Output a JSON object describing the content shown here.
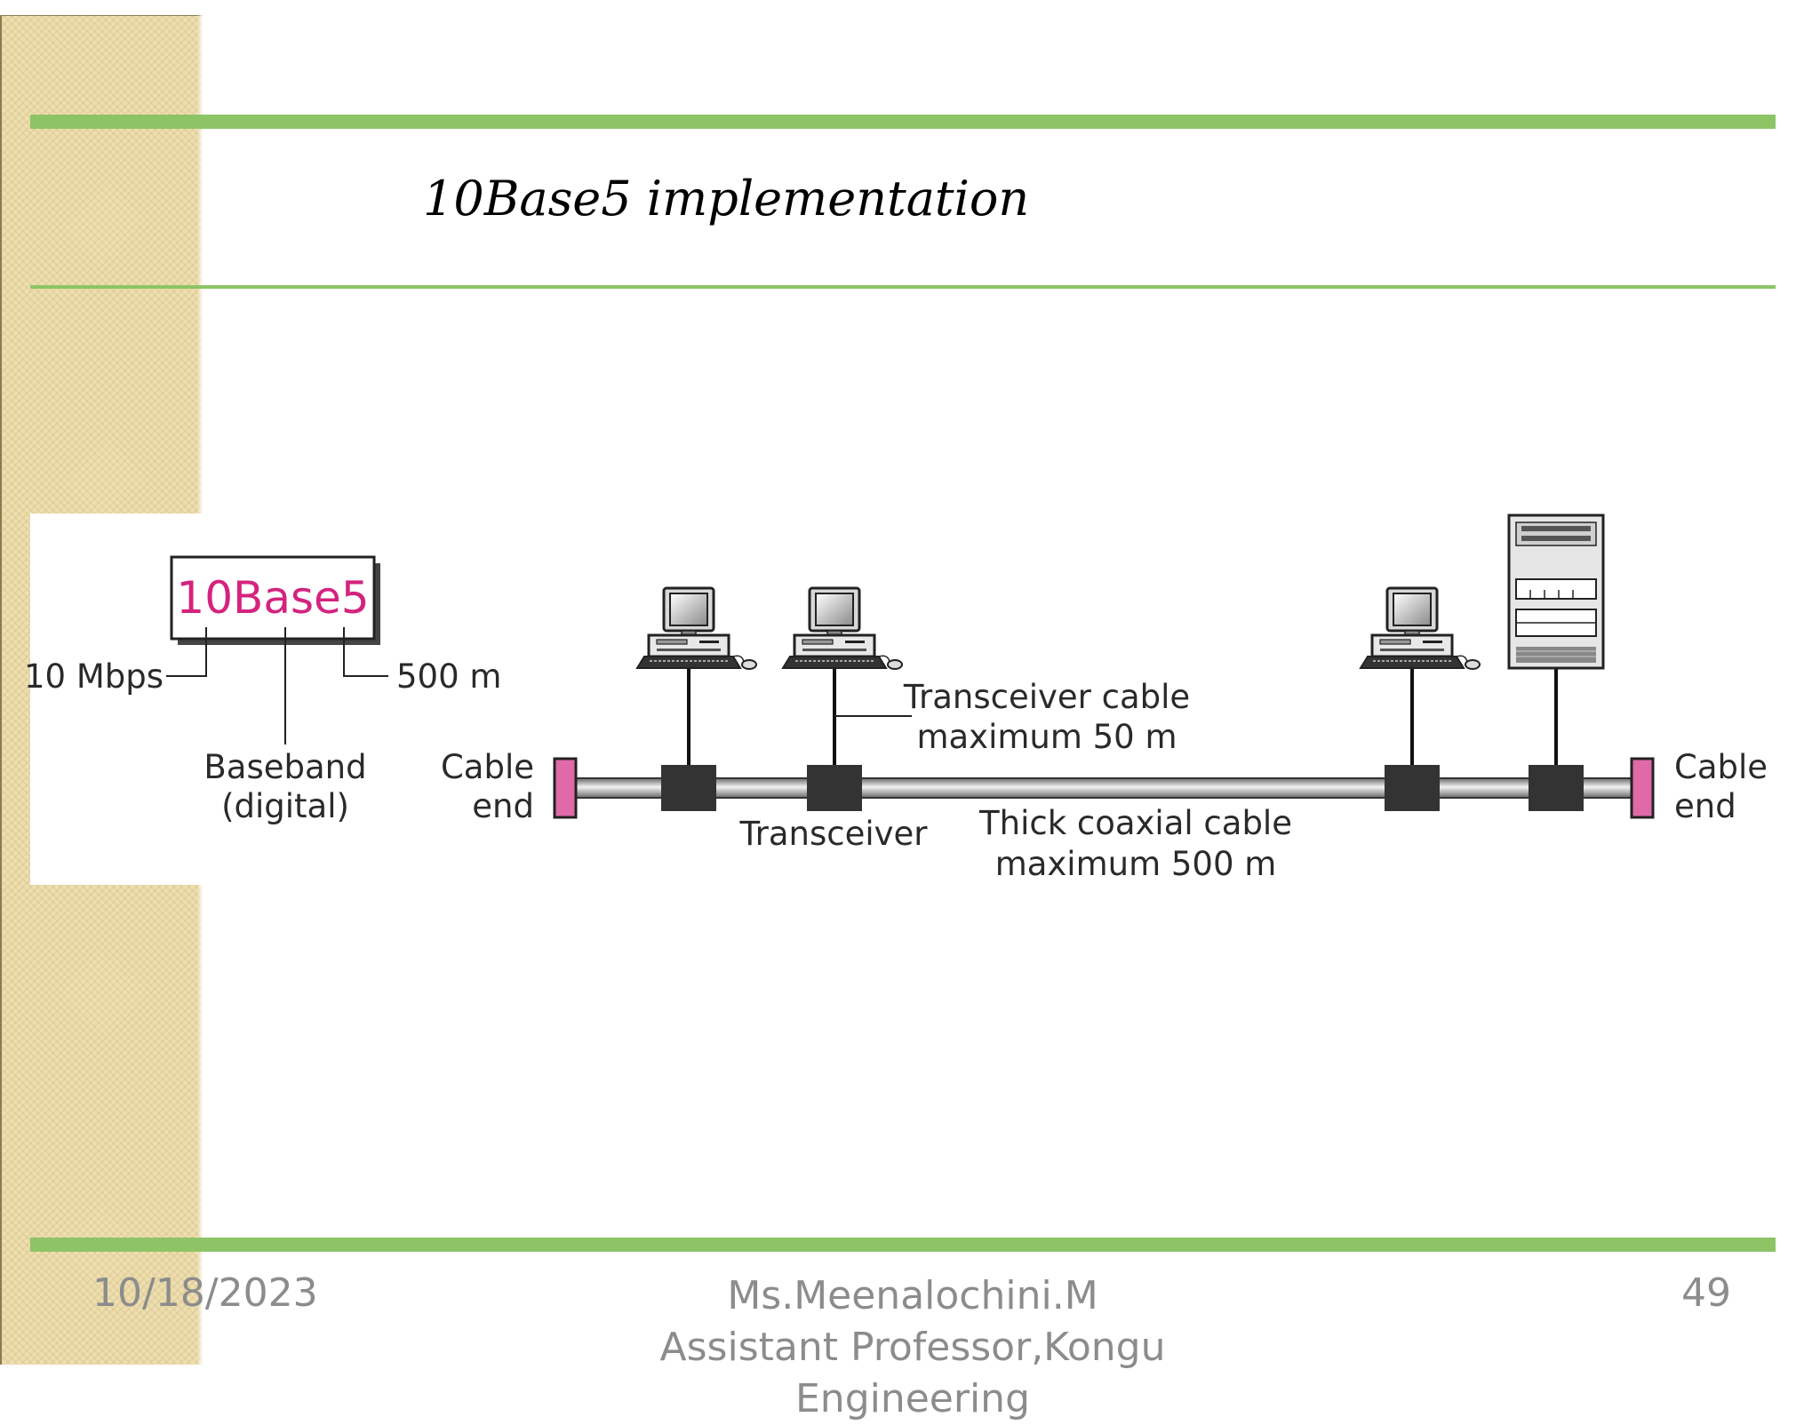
{
  "slide": {
    "title": "10Base5 implementation"
  },
  "footer": {
    "date": "10/18/2023",
    "author": "Ms.Meenalochini.M Assistant Professor,Kongu Engineering",
    "page_number": "49"
  },
  "diagram": {
    "standard_name": "10Base5",
    "rate_label": "10 Mbps",
    "length_label": "500 m",
    "signal_label_line1": "Baseband",
    "signal_label_line2": "(digital)",
    "cable_end_left_line1": "Cable",
    "cable_end_left_line2": "end",
    "cable_end_right_line1": "Cable",
    "cable_end_right_line2": "end",
    "transceiver_cable_line1": "Transceiver cable",
    "transceiver_cable_line2": "maximum 50 m",
    "transceiver_label": "Transceiver",
    "coax_line1": "Thick coaxial cable",
    "coax_line2": "maximum 500 m",
    "standard_color": "#d4237f",
    "terminator_color": "#e06aa8",
    "devices": [
      "computer-icon",
      "computer-icon",
      "computer-icon",
      "server-icon"
    ]
  }
}
